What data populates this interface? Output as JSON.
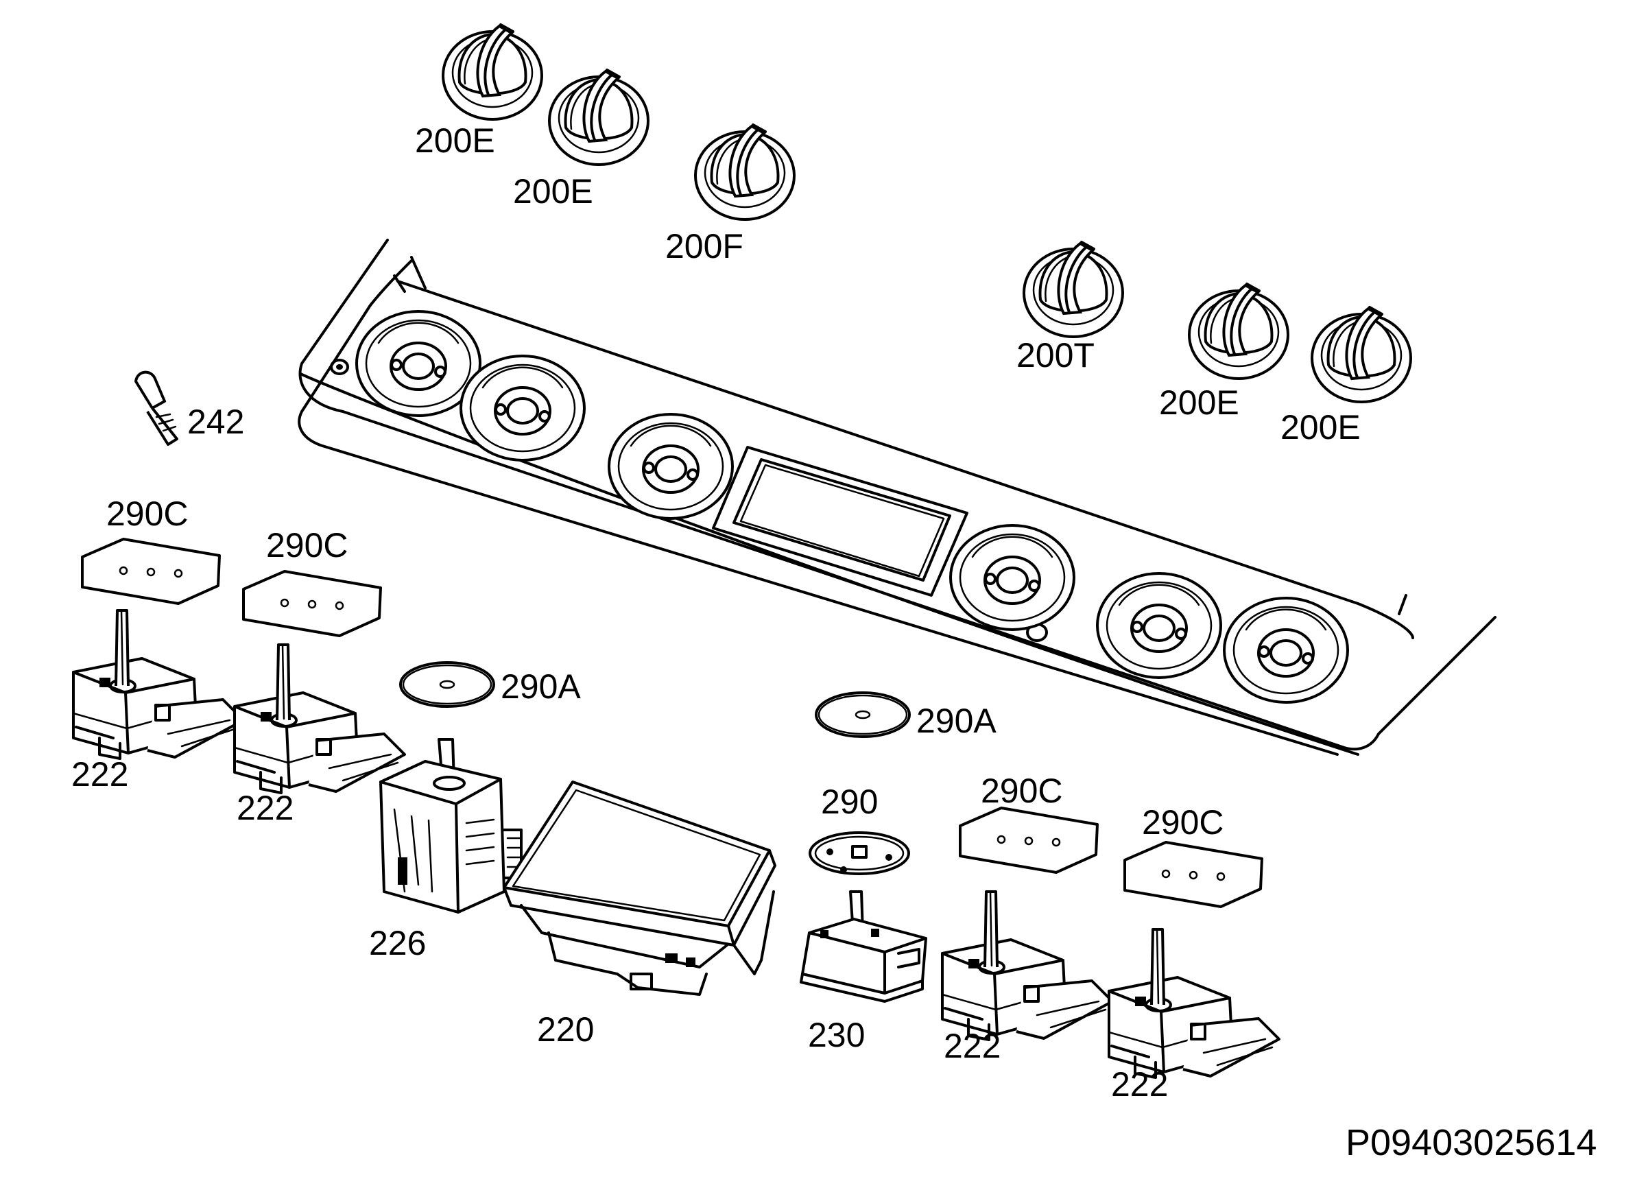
{
  "diagram": {
    "drawing_code": "P09403025614",
    "labels": [
      {
        "id": "knob-1",
        "text": "200E"
      },
      {
        "id": "knob-2",
        "text": "200E"
      },
      {
        "id": "knob-3",
        "text": "200F"
      },
      {
        "id": "knob-4",
        "text": "200T"
      },
      {
        "id": "knob-5",
        "text": "200E"
      },
      {
        "id": "knob-6",
        "text": "200E"
      },
      {
        "id": "bulb",
        "text": "242"
      },
      {
        "id": "plate-1",
        "text": "290C"
      },
      {
        "id": "plate-2",
        "text": "290C"
      },
      {
        "id": "plate-3",
        "text": "290C"
      },
      {
        "id": "plate-4",
        "text": "290C"
      },
      {
        "id": "washer-1",
        "text": "290A"
      },
      {
        "id": "washer-2",
        "text": "290A"
      },
      {
        "id": "switch-1",
        "text": "222"
      },
      {
        "id": "switch-2",
        "text": "222"
      },
      {
        "id": "switch-3",
        "text": "222"
      },
      {
        "id": "switch-4",
        "text": "222"
      },
      {
        "id": "selector",
        "text": "226"
      },
      {
        "id": "timer",
        "text": "220"
      },
      {
        "id": "disc",
        "text": "290"
      },
      {
        "id": "thermostat",
        "text": "230"
      }
    ]
  }
}
